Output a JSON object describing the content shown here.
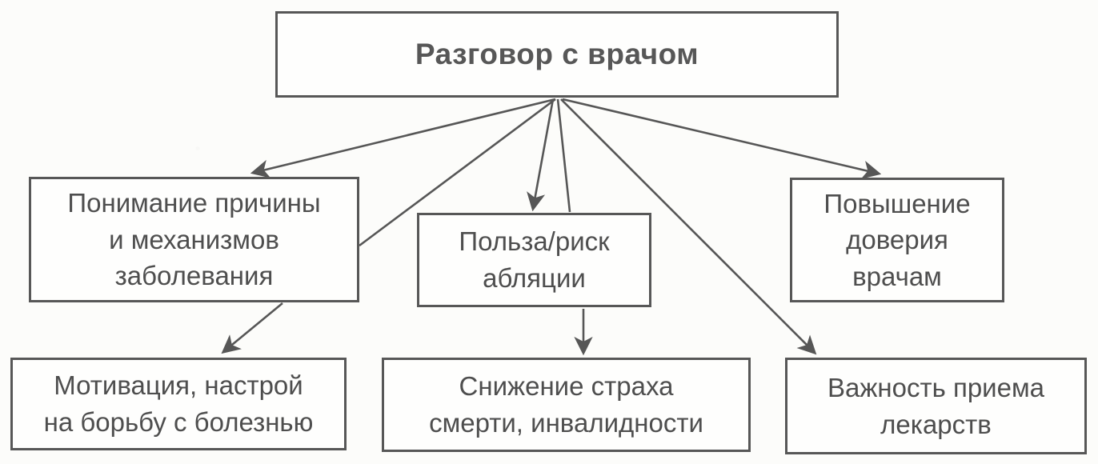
{
  "diagram": {
    "nodes": {
      "root": {
        "label": "Разговор с врачом"
      },
      "understanding": {
        "label": "Понимание причины\nи механизмов\nзаболевания"
      },
      "benefit_risk": {
        "label": "Польза/риск\nабляции"
      },
      "trust": {
        "label": "Повышение\nдоверия\nврачам"
      },
      "motivation": {
        "label": "Мотивация, настрой\nна борьбу с болезнью"
      },
      "fear_reduction": {
        "label": "Снижение страха\nсмерти, инвалидности"
      },
      "medication": {
        "label": "Важность приема\nлекарств"
      }
    },
    "edges": [
      {
        "from": "root",
        "to": "understanding",
        "arrowhead": true
      },
      {
        "from": "root",
        "to": "understanding",
        "arrowhead": false
      },
      {
        "from": "root",
        "to": "benefit_risk",
        "arrowhead": true
      },
      {
        "from": "root",
        "to": "benefit_risk",
        "arrowhead": false
      },
      {
        "from": "root",
        "to": "medication",
        "arrowhead": true
      },
      {
        "from": "root",
        "to": "trust",
        "arrowhead": true
      },
      {
        "from": "understanding",
        "to": "motivation",
        "arrowhead": true
      },
      {
        "from": "benefit_risk",
        "to": "fear_reduction",
        "arrowhead": true
      }
    ],
    "colors": {
      "line": "#565656",
      "text": "#4e4e4e",
      "box_border": "#575757",
      "background": "#fcfcfa"
    }
  }
}
